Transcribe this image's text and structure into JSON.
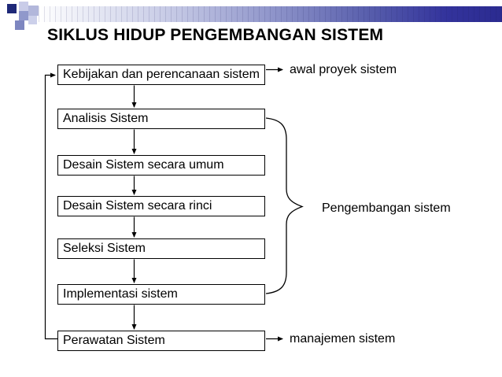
{
  "slide": {
    "title": "SIKLUS HIDUP PENGEMBANGAN SISTEM"
  },
  "diagram": {
    "boxes": [
      {
        "label": "Kebijakan dan perencanaan sistem"
      },
      {
        "label": "Analisis Sistem"
      },
      {
        "label": "Desain Sistem secara umum"
      },
      {
        "label": "Desain Sistem secara rinci"
      },
      {
        "label": "Seleksi Sistem"
      },
      {
        "label": "Implementasi sistem"
      },
      {
        "label": "Perawatan Sistem"
      }
    ],
    "annotations": {
      "awal": "awal proyek sistem",
      "pengembangan": "Pengembangan sistem",
      "manajemen": "manajemen sistem"
    }
  },
  "decoration": {
    "logo_icon": "pixel-squares-icon",
    "colors": {
      "logo_dark_navy": "#1e2878",
      "logo_light": "#c9cce8",
      "logo_lavender": "#b2b7db",
      "logo_medium": "#9098cb",
      "logo_blue": "#7d86c0",
      "bar_start": "#ffffff",
      "bar_mid": "#8b91c8",
      "bar_end": "#2b2b90",
      "line_color": "#000000"
    }
  }
}
